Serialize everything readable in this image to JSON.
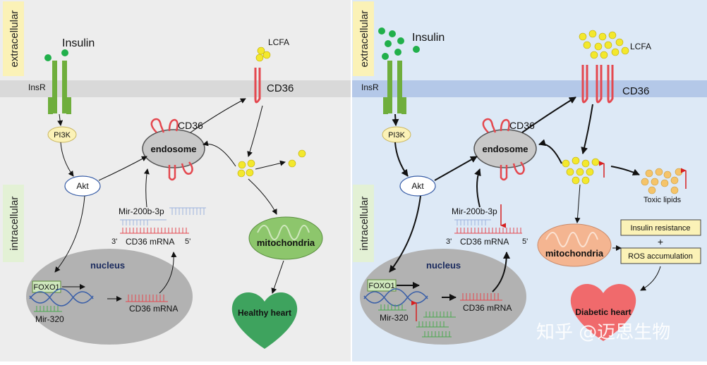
{
  "left": {
    "extracellular": "extracellular",
    "intracellular": "intracellular",
    "insulin": "Insulin",
    "insr": "InsR",
    "lcfa": "LCFA",
    "cd36_membrane": "CD36",
    "cd36_endosome": "CD36",
    "pi3k": "PI3K",
    "akt": "Akt",
    "endosome": "endosome",
    "mir200": "Mir-200b-3p",
    "three_prime": "3'",
    "five_prime": "5'",
    "cd36_mrna_top": "CD36 mRNA",
    "nucleus": "nucleus",
    "foxo1": "FOXO1",
    "mir320": "Mir-320",
    "cd36_mrna_nucleus": "CD36 mRNA",
    "mitochondria": "mitochondria",
    "heart": "Healthy heart"
  },
  "right": {
    "extracellular": "extracellular",
    "intracellular": "intracellular",
    "insulin": "Insulin",
    "insr": "InsR",
    "lcfa": "LCFA",
    "cd36_membrane": "CD36",
    "cd36_endosome": "CD36",
    "pi3k": "PI3K",
    "akt": "Akt",
    "endosome": "endosome",
    "mir200": "Mir-200b-3p",
    "three_prime": "3'",
    "five_prime": "5'",
    "cd36_mrna_top": "CD36 mRNA",
    "nucleus": "nucleus",
    "foxo1": "FOXO1",
    "mir320": "Mir-320",
    "cd36_mrna_nucleus": "CD36 mRNA",
    "mitochondria": "mitochondria",
    "toxic_lipids": "Toxic lipids",
    "insulin_resistance": "Insulin resistance",
    "plus": "+",
    "ros": "ROS accumulation",
    "heart": "Diabetic heart"
  },
  "watermark": "知乎 @迈思生物",
  "colors": {
    "left_bg": "#ededed",
    "right_bg": "#dde9f6",
    "left_membrane": "#d9d9d9",
    "right_membrane": "#b4c8e8",
    "insulin_dot": "#21b04b",
    "lcfa_dot": "#f3e82d",
    "cd36": "#e4484f",
    "receptor": "#6fae3c",
    "healthy_heart": "#3ea35e",
    "diabetic_heart": "#f06a6c",
    "mito_healthy": "#8dc66c",
    "mito_diabetic": "#f4b591",
    "label_yellow": "#fbf2b7",
    "label_green": "#e3f1d5"
  }
}
